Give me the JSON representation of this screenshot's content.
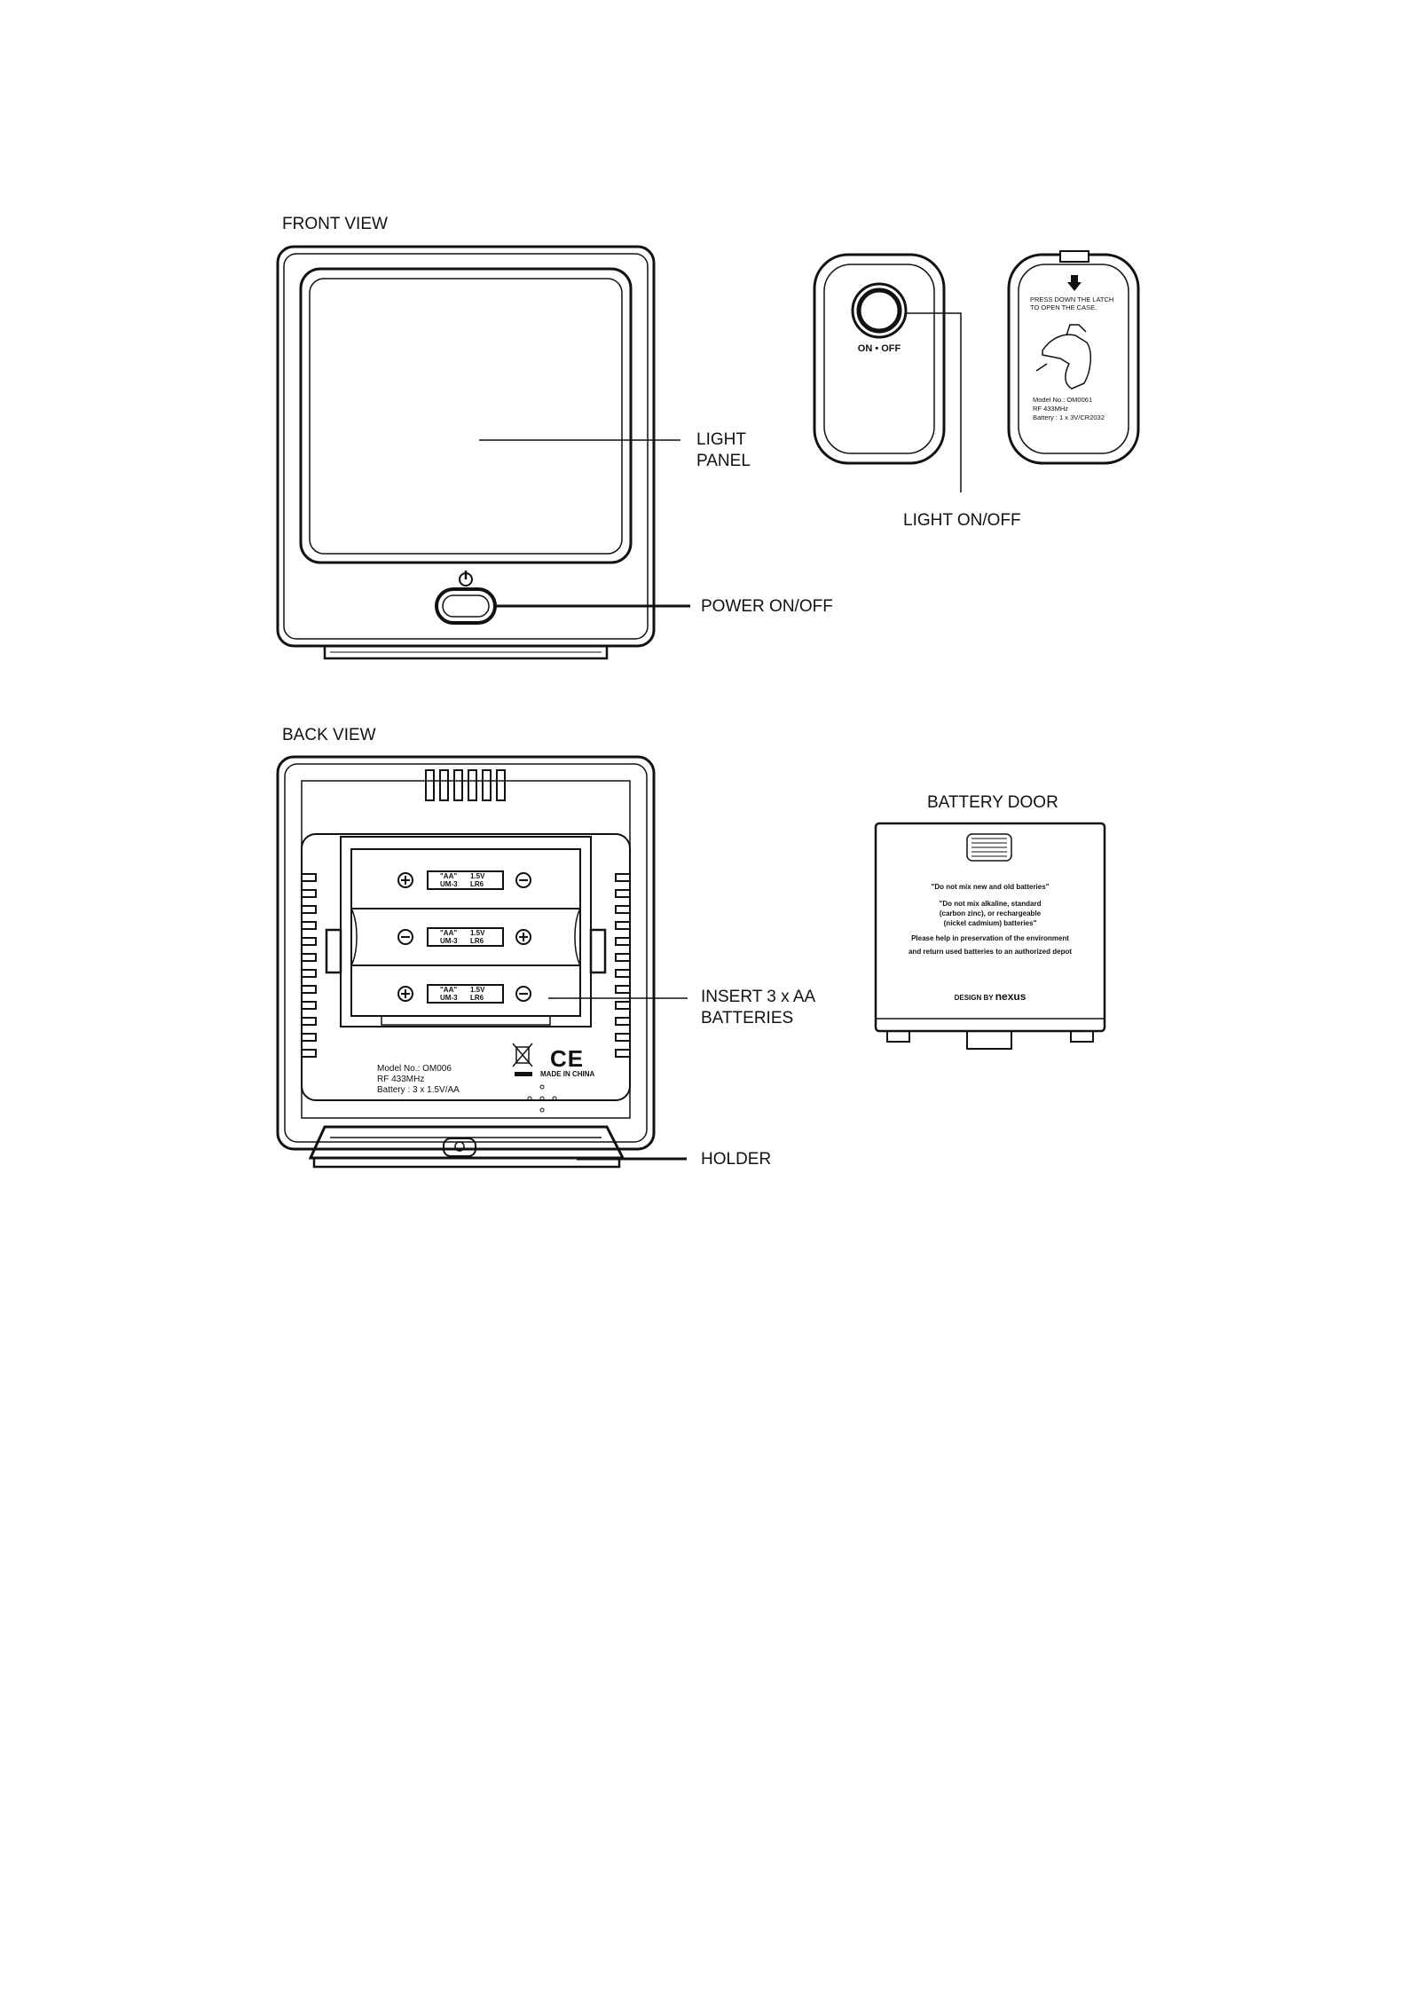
{
  "front": {
    "heading": "FRONT VIEW",
    "light_panel": [
      "LIGHT",
      "PANEL"
    ],
    "power": "POWER ON/OFF",
    "light_onoff": "LIGHT ON/OFF",
    "remote_button": "ON • OFF",
    "remote_back": {
      "latch_line1": "PRESS DOWN THE LATCH",
      "latch_line2": "TO OPEN THE CASE.",
      "model": "Model No.: OM0061",
      "rf": "RF 433MHz",
      "battery": "Battery : 1 x 3V/CR2032"
    }
  },
  "back": {
    "heading": "BACK VIEW",
    "insert": [
      "INSERT 3 x AA",
      "BATTERIES"
    ],
    "holder": "HOLDER",
    "cell": {
      "l1a": "\"AA\"",
      "l1b": "1.5V",
      "l2a": "UM-3",
      "l2b": "LR6"
    },
    "model": "Model No.: OM006",
    "rf": "RF 433MHz",
    "battery": "Battery : 3 x 1.5V/AA",
    "ce": "CE",
    "made_in": "MADE IN CHINA"
  },
  "door": {
    "heading": "BATTERY DOOR",
    "line1": "\"Do not mix new and old batteries\"",
    "line2": "\"Do not mix alkaline, standard",
    "line3": "(carbon zinc), or rechargeable",
    "line4": "(nickel cadmium) batteries\"",
    "line5": "Please help in preservation of the environment",
    "line6": "and return used batteries to an authorized depot",
    "design_prefix": "DESIGN BY",
    "design_brand": "nexus"
  }
}
